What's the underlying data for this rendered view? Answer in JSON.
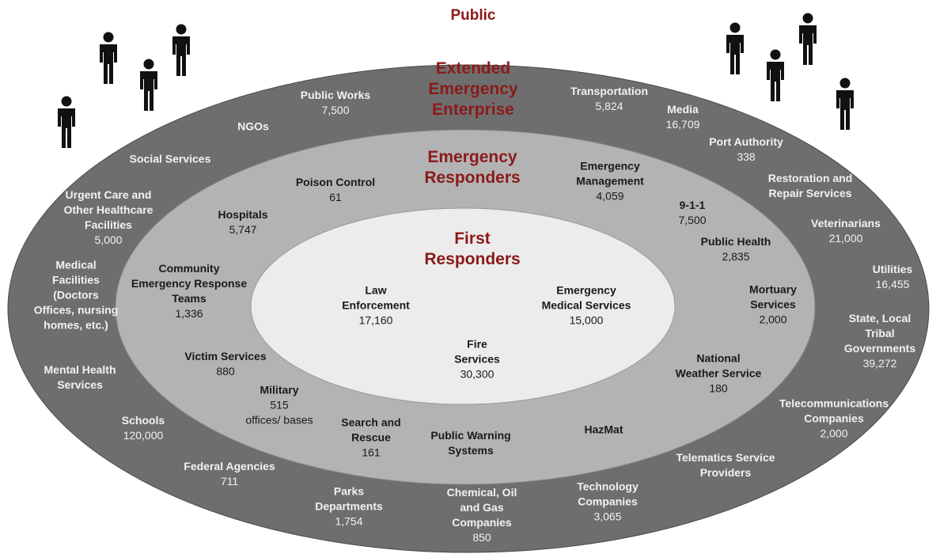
{
  "title": "Public",
  "colors": {
    "outer_ring": "#6e6e6e",
    "middle_ring": "#b3b3b3",
    "inner_core": "#ececec",
    "title_red": "#8b1a1a",
    "person": "#111111"
  },
  "rings": {
    "extended": {
      "title": "Extended\nEmergency\nEnterprise"
    },
    "responders": {
      "title": "Emergency\nResponders"
    },
    "first": {
      "title": "First\nResponders"
    }
  },
  "entities": {
    "public_works": {
      "name": "Public Works",
      "count": "7,500"
    },
    "transportation": {
      "name": "Transportation",
      "count": "5,824"
    },
    "media": {
      "name": "Media",
      "count": "16,709"
    },
    "ngos": {
      "name": "NGOs",
      "count": ""
    },
    "port_authority": {
      "name": "Port Authority",
      "count": "338"
    },
    "social_services": {
      "name": "Social Services",
      "count": ""
    },
    "restoration": {
      "name": "Restoration and\nRepair Services",
      "count": ""
    },
    "urgent_care": {
      "name": "Urgent Care and\nOther Healthcare\nFacilities",
      "count": "5,000"
    },
    "veterinarians": {
      "name": "Veterinarians",
      "count": "21,000"
    },
    "medical_facilities": {
      "name": "Medical\nFacilities\n(Doctors\nOffices, nursing\nhomes, etc.)",
      "count": ""
    },
    "utilities": {
      "name": "Utilities",
      "count": "16,455"
    },
    "state_local": {
      "name": "State, Local\nTribal\nGovernments",
      "count": "39,272"
    },
    "mental_health": {
      "name": "Mental Health\nServices",
      "count": ""
    },
    "telecom": {
      "name": "Telecommunications\nCompanies",
      "count": "2,000"
    },
    "schools": {
      "name": "Schools",
      "count": "120,000"
    },
    "telematics": {
      "name": "Telematics Service\nProviders",
      "count": ""
    },
    "federal": {
      "name": "Federal Agencies",
      "count": "711"
    },
    "parks": {
      "name": "Parks\nDepartments",
      "count": "1,754"
    },
    "chemical": {
      "name": "Chemical, Oil\nand Gas\nCompanies",
      "count": "850"
    },
    "technology": {
      "name": "Technology\nCompanies",
      "count": "3,065"
    },
    "poison_control": {
      "name": "Poison Control",
      "count": "61"
    },
    "emergency_management": {
      "name": "Emergency\nManagement",
      "count": "4,059"
    },
    "hospitals": {
      "name": "Hospitals",
      "count": "5,747"
    },
    "nine_one_one": {
      "name": "9-1-1",
      "count": "7,500"
    },
    "public_health": {
      "name": "Public Health",
      "count": "2,835"
    },
    "cert": {
      "name": "Community\nEmergency Response\nTeams",
      "count": "1,336"
    },
    "mortuary": {
      "name": "Mortuary\nServices",
      "count": "2,000"
    },
    "victim_services": {
      "name": "Victim Services",
      "count": "880"
    },
    "weather": {
      "name": "National\nWeather Service",
      "count": "180"
    },
    "military": {
      "name": "Military",
      "count": "515\noffices/ bases"
    },
    "search_rescue": {
      "name": "Search and\nRescue",
      "count": "161"
    },
    "public_warning": {
      "name": "Public Warning\nSystems",
      "count": ""
    },
    "hazmat": {
      "name": "HazMat",
      "count": ""
    },
    "law_enforcement": {
      "name": "Law\nEnforcement",
      "count": "17,160"
    },
    "ems": {
      "name": "Emergency\nMedical Services",
      "count": "15,000"
    },
    "fire": {
      "name": "Fire\nServices",
      "count": "30,300"
    }
  }
}
